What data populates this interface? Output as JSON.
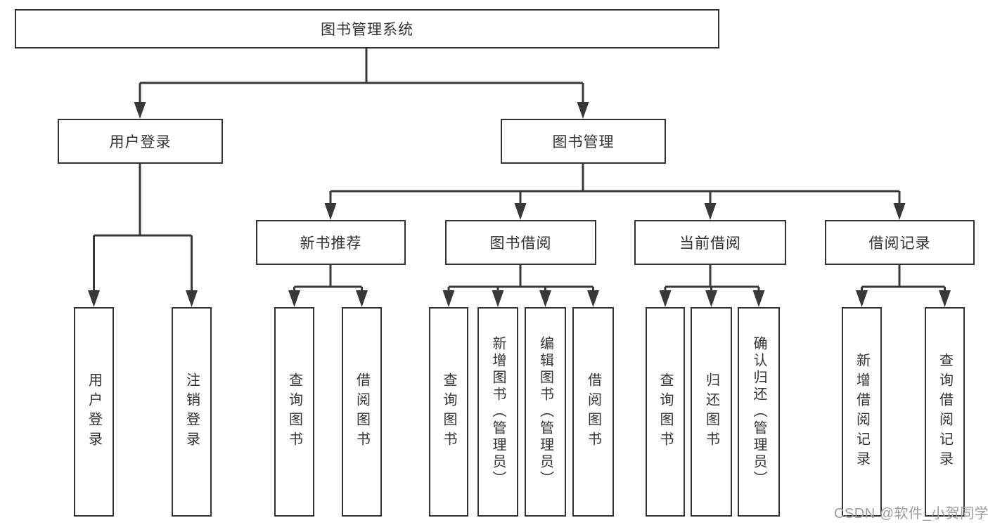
{
  "nodes": {
    "root": {
      "label": "图书管理系统"
    },
    "userLogin": {
      "label": "用户登录"
    },
    "bookMgmt": {
      "label": "图书管理"
    },
    "loginV": {
      "label": "用户登录"
    },
    "logoutV": {
      "label": "注销登录"
    },
    "newBookRec": {
      "label": "新书推荐"
    },
    "bookBorrow": {
      "label": "图书借阅"
    },
    "currentBorrow": {
      "label": "当前借阅"
    },
    "borrowRecord": {
      "label": "借阅记录"
    },
    "nrQuery": {
      "label": "查询图书"
    },
    "nrBorrow": {
      "label": "借阅图书"
    },
    "bbQuery": {
      "label": "查询图书"
    },
    "bbAdd": {
      "label": "新增图书（管理员）"
    },
    "bbEdit": {
      "label": "编辑图书（管理员）"
    },
    "bbBorrow": {
      "label": "借阅图书"
    },
    "cbQuery": {
      "label": "查询图书"
    },
    "cbReturn": {
      "label": "归还图书"
    },
    "cbConfirm": {
      "label": "确认归还（管理员）"
    },
    "brAdd": {
      "label": "新增借阅记录"
    },
    "brQuery": {
      "label": "查询借阅记录"
    }
  },
  "watermark": {
    "text": "CSDN @软件_小贺同学"
  },
  "colors": {
    "line": "#383838",
    "box_border": "#333333",
    "text": "#333333",
    "watermark": "#9c9c9c",
    "background": "#ffffff"
  }
}
